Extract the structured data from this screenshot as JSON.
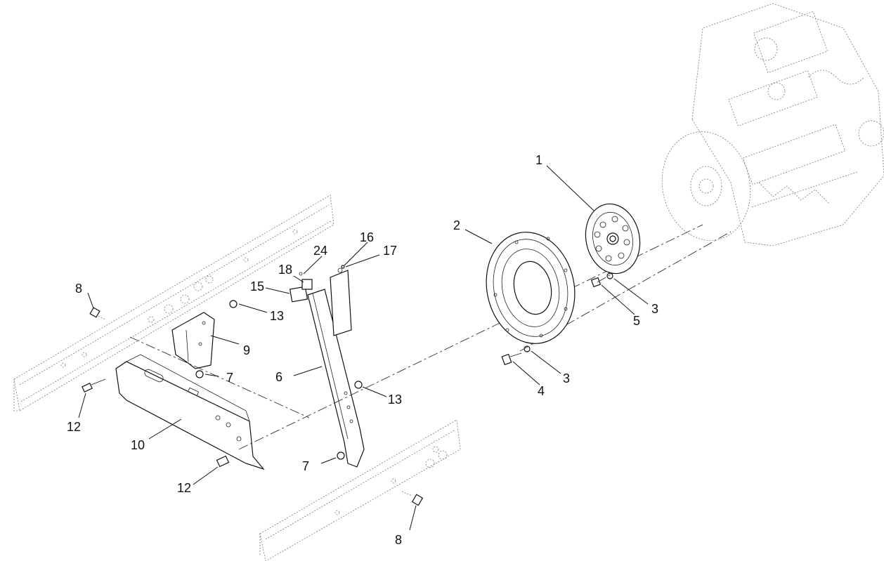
{
  "callouts": [
    {
      "id": "c1",
      "text": "1"
    },
    {
      "id": "c2",
      "text": "2"
    },
    {
      "id": "c3a",
      "text": "3"
    },
    {
      "id": "c3b",
      "text": "3"
    },
    {
      "id": "c4",
      "text": "4"
    },
    {
      "id": "c5",
      "text": "5"
    },
    {
      "id": "c6",
      "text": "6"
    },
    {
      "id": "c7a",
      "text": "7"
    },
    {
      "id": "c7b",
      "text": "7"
    },
    {
      "id": "c8a",
      "text": "8"
    },
    {
      "id": "c8b",
      "text": "8"
    },
    {
      "id": "c9",
      "text": "9"
    },
    {
      "id": "c10",
      "text": "10"
    },
    {
      "id": "c12a",
      "text": "12"
    },
    {
      "id": "c12b",
      "text": "12"
    },
    {
      "id": "c13a",
      "text": "13"
    },
    {
      "id": "c13b",
      "text": "13"
    },
    {
      "id": "c15",
      "text": "15"
    },
    {
      "id": "c16",
      "text": "16"
    },
    {
      "id": "c17",
      "text": "17"
    },
    {
      "id": "c18",
      "text": "18"
    },
    {
      "id": "c24",
      "text": "24"
    }
  ]
}
